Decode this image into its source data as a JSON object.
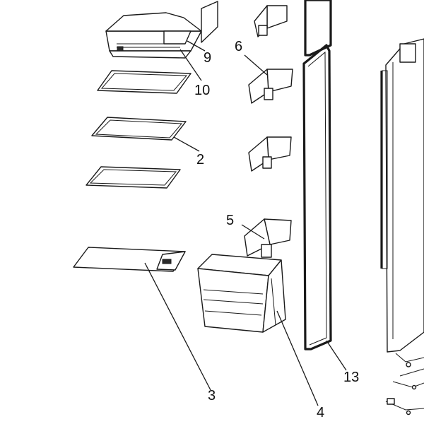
{
  "callouts": {
    "c2": "2",
    "c3": "3",
    "c4": "4",
    "c5": "5",
    "c6": "6",
    "c9": "9",
    "c10": "10",
    "c13": "13"
  }
}
